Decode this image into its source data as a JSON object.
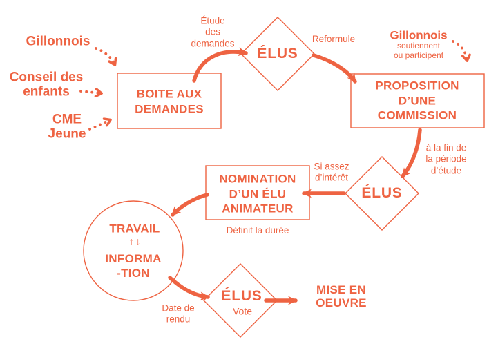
{
  "theme": {
    "accent": "#EE6342",
    "background": "#FFFFFF"
  },
  "sources": {
    "gillonnois": "Gillonnois",
    "conseil_enfants": "Conseil des\nenfants",
    "cme_jeune": "CME\nJeune"
  },
  "nodes": {
    "boite": "BOITE AUX\nDEMANDES",
    "elus_1": "ÉLUS",
    "proposition": "PROPOSITION\nD’UNE\nCOMMISSION",
    "elus_2": "ÉLUS",
    "nomination": "NOMINATION\nD’UN ÉLU\nANIMATEUR",
    "travail": "TRAVAIL",
    "exchange_icon": "↑↓",
    "information": "INFORMA\n-TION",
    "elus_3": "ÉLUS",
    "elus_3_sub": "Vote",
    "mise_en_oeuvre": "MISE EN\nOEUVRE"
  },
  "edge_labels": {
    "etude_des_demandes": "Étude\ndes\ndemandes",
    "reformule": "Reformule",
    "gillonnois_support_title": "Gillonnois",
    "gillonnois_support_sub": "soutiennent\nou participent",
    "fin_periode": "à la fin de\nla période\nd’étude",
    "si_assez_interet": "Si assez\nd’intérêt",
    "definit_duree": "Définit la durée",
    "date_rendu": "Date de\nrendu"
  }
}
